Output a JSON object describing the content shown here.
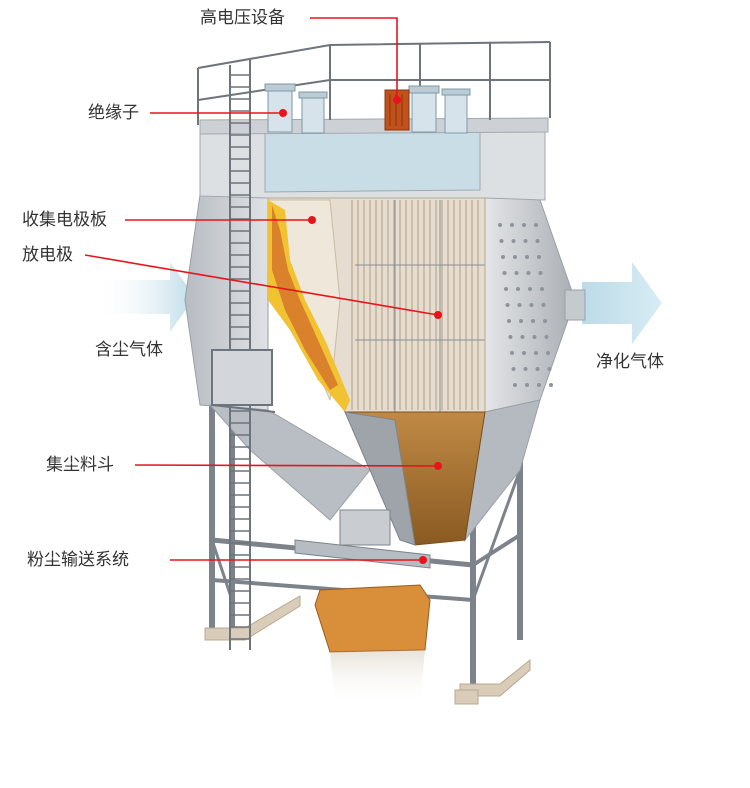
{
  "labels": {
    "high_voltage": "高电压设备",
    "insulator": "绝缘子",
    "collecting_plate": "收集电极板",
    "discharge_electrode": "放电极",
    "dusty_gas": "含尘气体",
    "clean_gas": "净化气体",
    "dust_hopper": "集尘料斗",
    "dust_conveying": "粉尘输送系统"
  },
  "colors": {
    "leader_line": "#e8141b",
    "label_text": "#333333",
    "steel": "#c9ccd0",
    "steel_dark": "#8e949b",
    "plate": "#d9cdbb",
    "dust_orange": "#d9822b",
    "dust_yellow": "#f1c232",
    "hopper_brown": "#a8712f",
    "arrow_blue": "#cfe6f0"
  }
}
